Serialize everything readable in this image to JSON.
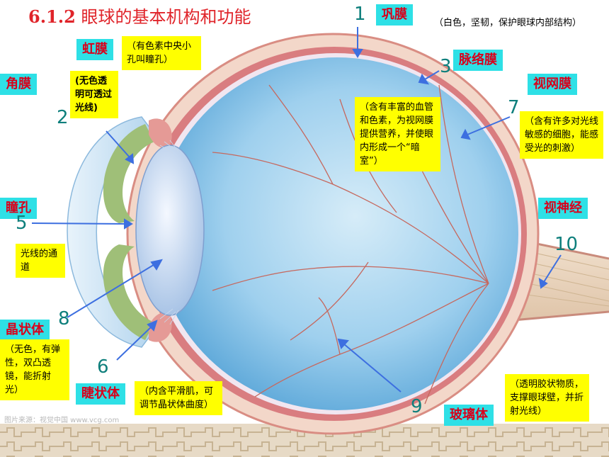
{
  "title": {
    "number": "6.1.2",
    "text": "眼球的基本机构和功能"
  },
  "labels": {
    "sclera": "巩膜",
    "iris": "虹膜",
    "cornea": "角膜",
    "choroid": "脉络膜",
    "retina": "视网膜",
    "pupil": "瞳孔",
    "optic_nerve": "视神经",
    "lens": "晶状体",
    "ciliary_body": "睫状体",
    "vitreous": "玻璃体"
  },
  "notes": {
    "sclera": "（白色，坚韧，保护眼球内部结构）",
    "iris": "（有色素中央小孔叫瞳孔）",
    "cornea": "(无色透明可透过光线)",
    "choroid": "（含有丰富的血管和色素，为视网膜提供营养，并使眼内形成一个“暗室”）",
    "retina": "（含有许多对光线敏感的细胞，能感受光的刺激）",
    "pupil": "光线的通道",
    "lens": "（无色，有弹性，双凸透镜，能折射光）",
    "ciliary_body": "（内含平滑肌，可调节晶状体曲度）",
    "vitreous": "（透明胶状物质，支撑眼球壁，并折射光线）"
  },
  "numbers": {
    "n1": "1",
    "n2": "2",
    "n3": "3",
    "n5": "5",
    "n6": "6",
    "n7": "7",
    "n8": "8",
    "n9": "9",
    "n10": "10"
  },
  "watermark": "图片来源：视觉中国 www.vcg.com",
  "colors": {
    "title": "#e0242a",
    "label_text": "#d9001b",
    "label_bg": "#2ee0e6",
    "note_bg": "#ffff00",
    "number": "#0e7f7c",
    "arrow": "#3d6fe0"
  }
}
